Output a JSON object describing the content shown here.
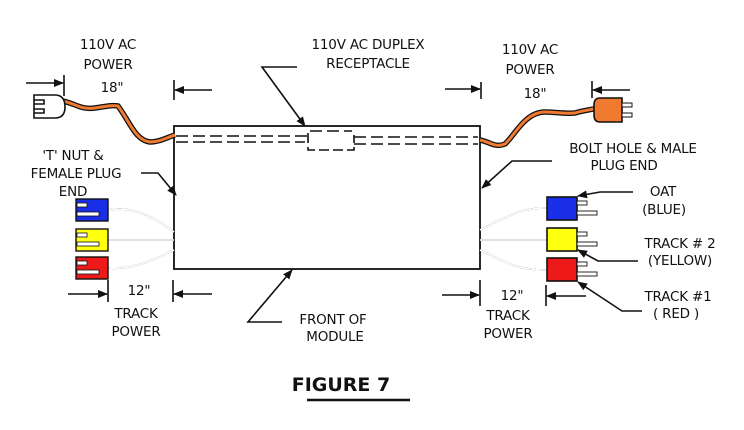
{
  "title": "FIGURE 7",
  "colors": {
    "cord": "#f07a30",
    "blue": "#1a2ee8",
    "yellow": "#ffff10",
    "red": "#ee1a1a",
    "ink": "#111111"
  },
  "labels": {
    "left_power": [
      "110V AC",
      "POWER"
    ],
    "left_length": "18\"",
    "receptacle": [
      "110V AC DUPLEX",
      "RECEPTACLE"
    ],
    "right_power": [
      "110V AC",
      "POWER"
    ],
    "right_length": "18\"",
    "left_end": [
      "'T' NUT &",
      "FEMALE  PLUG",
      "END"
    ],
    "right_end": [
      "BOLT HOLE & MALE",
      "PLUG  END"
    ],
    "oat": [
      "OAT",
      "(BLUE)"
    ],
    "track2": [
      "TRACK # 2",
      "(YELLOW)"
    ],
    "track1": [
      "TRACK #1",
      "( RED )"
    ],
    "left_track_length": "12\"",
    "left_track": [
      "TRACK",
      "POWER"
    ],
    "front": [
      "FRONT OF",
      "MODULE"
    ],
    "right_track_length": "12\"",
    "right_track": [
      "TRACK",
      "POWER"
    ]
  },
  "connectors_left": [
    {
      "name": "blue-female-plug",
      "color": "blue"
    },
    {
      "name": "yellow-female-plug",
      "color": "yellow"
    },
    {
      "name": "red-female-plug",
      "color": "red"
    }
  ],
  "connectors_right": [
    {
      "name": "blue-male-plug-oat",
      "color": "blue"
    },
    {
      "name": "yellow-male-plug-track-2",
      "color": "yellow"
    },
    {
      "name": "red-male-plug-track-1",
      "color": "red"
    }
  ]
}
